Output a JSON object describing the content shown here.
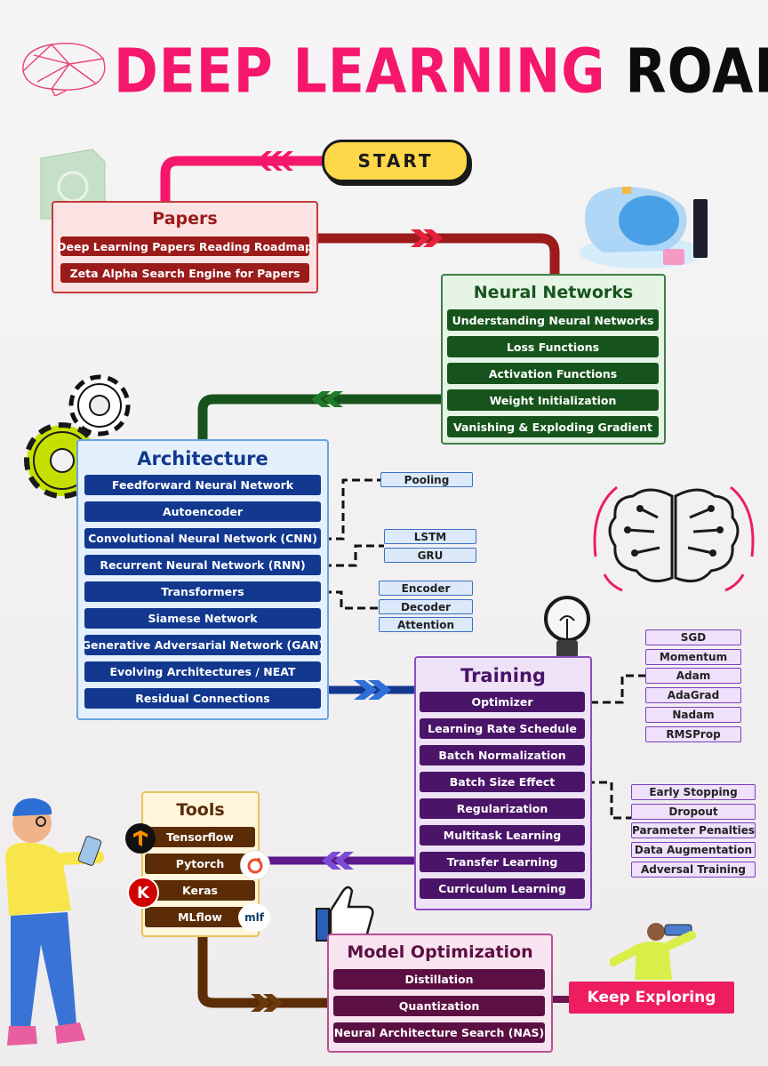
{
  "title": {
    "part1": "DEEP LEARNING",
    "part2": "ROADMAP"
  },
  "start_label": "START",
  "papers": {
    "title": "Papers",
    "items": [
      "Deep Learning Papers Reading Roadmap",
      "Zeta Alpha Search Engine for Papers"
    ]
  },
  "neural_networks": {
    "title": "Neural Networks",
    "items": [
      "Understanding Neural Networks",
      "Loss Functions",
      "Activation Functions",
      "Weight Initialization",
      "Vanishing & Exploding Gradient"
    ]
  },
  "architecture": {
    "title": "Architecture",
    "items": [
      "Feedforward Neural Network",
      "Autoencoder",
      "Convolutional Neural Network (CNN)",
      "Recurrent Neural Network (RNN)",
      "Transformers",
      "Siamese Network",
      "Generative Adversarial Network (GAN)",
      "Evolving Architectures / NEAT",
      "Residual Connections"
    ],
    "cnn_children": [
      "Pooling"
    ],
    "rnn_children": [
      "LSTM",
      "GRU"
    ],
    "transformer_children": [
      "Encoder",
      "Decoder",
      "Attention"
    ]
  },
  "training": {
    "title": "Training",
    "items": [
      "Optimizer",
      "Learning Rate Schedule",
      "Batch Normalization",
      "Batch Size Effect",
      "Regularization",
      "Multitask Learning",
      "Transfer Learning",
      "Curriculum Learning"
    ],
    "optimizer_children": [
      "SGD",
      "Momentum",
      "Adam",
      "AdaGrad",
      "Nadam",
      "RMSProp"
    ],
    "regularization_children": [
      "Early Stopping",
      "Dropout",
      "Parameter Penalties",
      "Data Augmentation",
      "Adversal Training"
    ]
  },
  "tools": {
    "title": "Tools",
    "items": [
      "Tensorflow",
      "Pytorch",
      "Keras",
      "MLflow"
    ],
    "logo_k": "K",
    "logo_ml": "mlf"
  },
  "model_optimization": {
    "title": "Model Optimization",
    "items": [
      "Distillation",
      "Quantization",
      "Neural Architecture Search (NAS)"
    ]
  },
  "keep_exploring": "Keep Exploring",
  "colors": {
    "pink": "#f5176b",
    "papers": "#9b1b1b",
    "neural": "#17541d",
    "arch": "#12388f",
    "training": "#4a1468",
    "tools": "#5b2c06",
    "modelopt": "#5c0f42"
  }
}
